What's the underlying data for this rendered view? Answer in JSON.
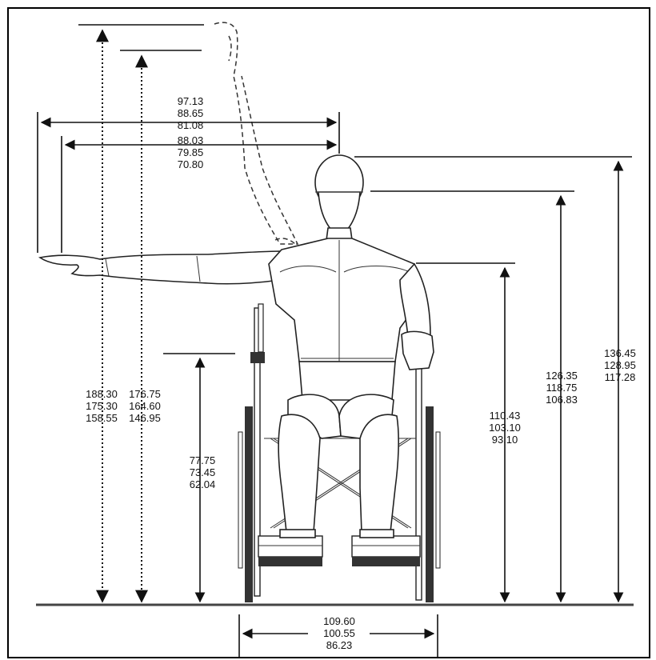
{
  "dimensions": {
    "reach_upper_max": [
      "97.13",
      "88.65",
      "81.08"
    ],
    "reach_upper_min": [
      "88.03",
      "79.85",
      "70.80"
    ],
    "overhead_reach_max": [
      "188.30",
      "175.30",
      "158.55"
    ],
    "overhead_reach_min": [
      "176.75",
      "164.60",
      "146.95"
    ],
    "low_reach": [
      "77.75",
      "73.45",
      "62.04"
    ],
    "shoulder_height": [
      "110.43",
      "103.10",
      "93.10"
    ],
    "eye_height": [
      "126.35",
      "118.75",
      "106.83"
    ],
    "head_height": [
      "136.45",
      "128.95",
      "117.28"
    ],
    "chair_width": [
      "109.60",
      "100.55",
      "86.23"
    ]
  }
}
